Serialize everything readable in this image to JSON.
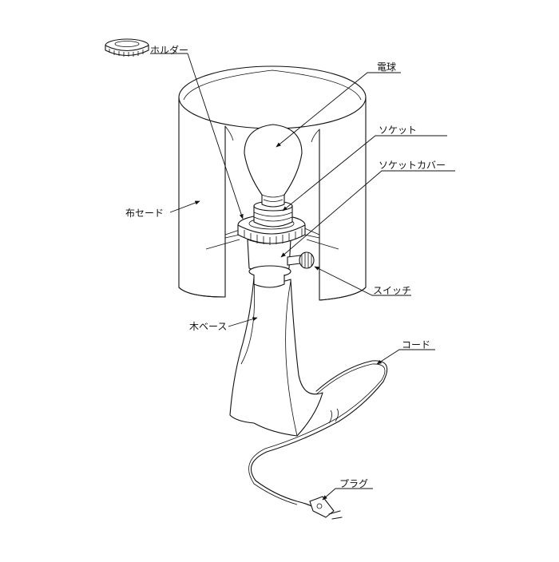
{
  "labels": {
    "holder": "ホルダー",
    "bulb": "電球",
    "socket": "ソケット",
    "socket_cover": "ソケットカバー",
    "shade": "布セード",
    "switch": "スイッチ",
    "base": "木ベース",
    "cord": "コード",
    "plug": "プラグ"
  },
  "colors": {
    "line": "#111111",
    "background": "#ffffff"
  }
}
